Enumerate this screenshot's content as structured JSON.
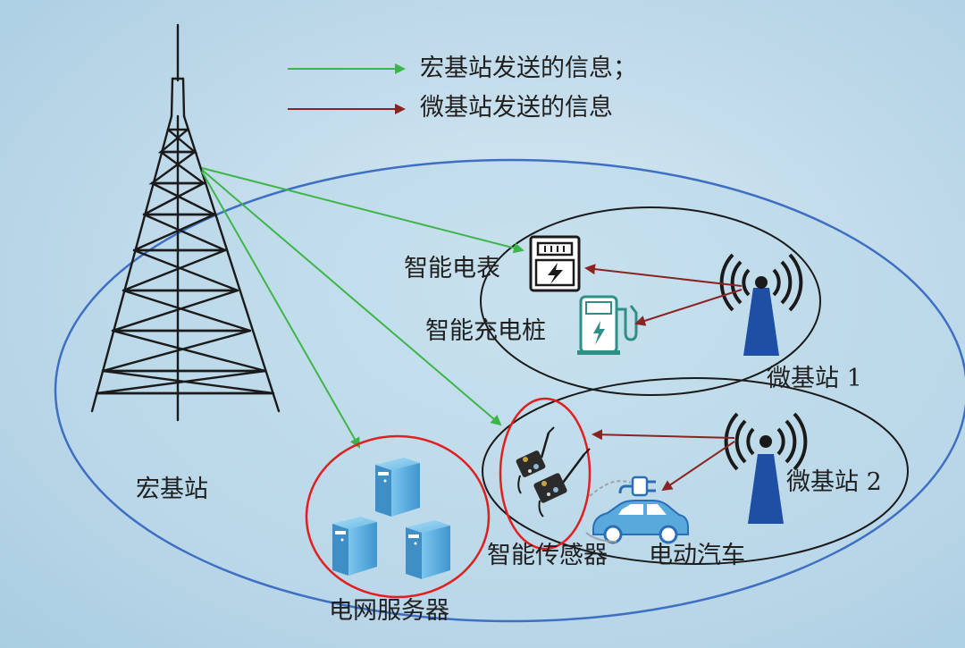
{
  "legend": {
    "macro_text": "宏基站发送的信息；",
    "micro_text": "微基站发送的信息",
    "macro_color": "#3db54a",
    "micro_color": "#8b2323"
  },
  "labels": {
    "macro_station": "宏基站",
    "smart_meter": "智能电表",
    "smart_charger": "智能充电桩",
    "micro_station_1": "微基站 1",
    "micro_station_2": "微基站 2",
    "smart_sensor": "智能传感器",
    "ev": "电动汽车",
    "grid_server": "电网服务器"
  },
  "colors": {
    "coverage_outline": "#3f6fc2",
    "cell_outline": "#1a1a1a",
    "highlight_circle": "#e02020",
    "antenna_blue": "#1f4fa5",
    "server_blue": "#4fa9dd",
    "charger_green": "#2f8f86"
  },
  "icons": [
    "tower-icon",
    "meter-icon",
    "charger-icon",
    "antenna-icon",
    "sensor-icon",
    "car-icon",
    "plug-icon",
    "server-icon"
  ]
}
